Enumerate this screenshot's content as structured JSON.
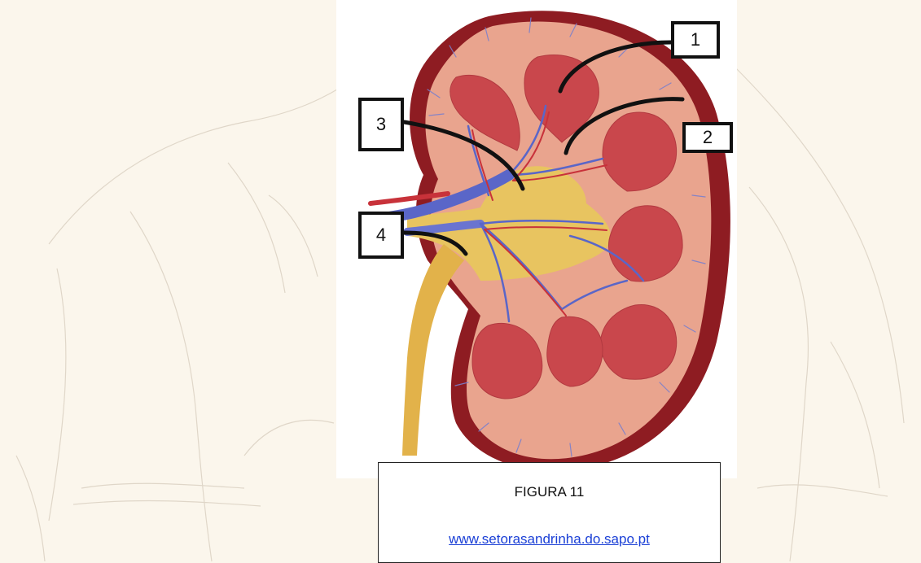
{
  "figure": {
    "labels": [
      "1",
      "2",
      "3",
      "4"
    ],
    "caption_title": "FIGURA 11",
    "caption_link": "www.setorasandrinha.do.sapo.pt"
  },
  "colors": {
    "background": "#fbf6ec",
    "capsule": "#8e1c22",
    "cortex": "#e9a48e",
    "pyramid": "#c9474c",
    "pelvis": "#e8c460",
    "vein": "#5a66c8",
    "artery": "#c8323a",
    "link": "#1a3fd6"
  }
}
